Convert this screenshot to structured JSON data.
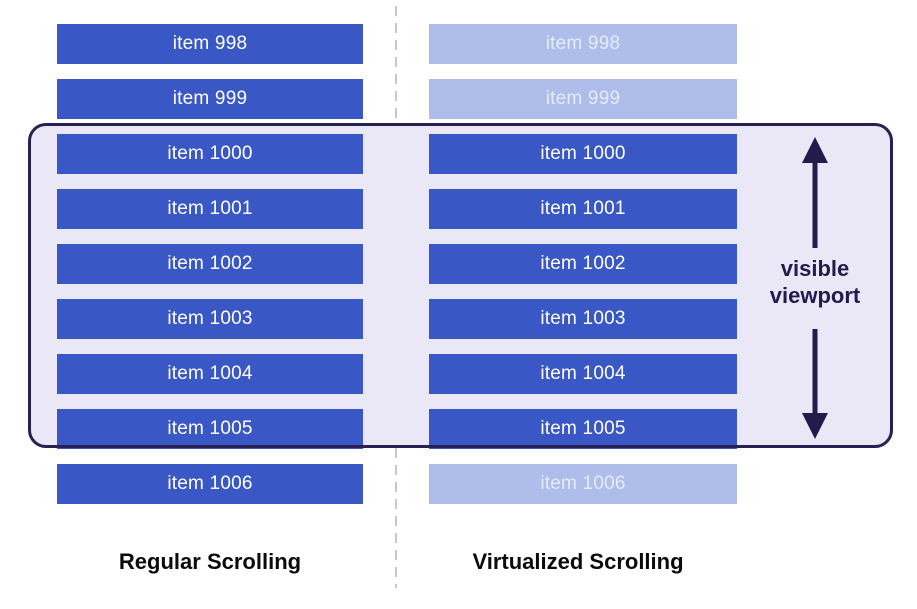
{
  "diagram": {
    "viewport": {
      "label": "visible viewport"
    },
    "columns": [
      {
        "id": "regular",
        "caption": "Regular Scrolling",
        "items": [
          {
            "label": "item 998",
            "state": "rendered"
          },
          {
            "label": "item 999",
            "state": "rendered"
          },
          {
            "label": "item 1000",
            "state": "rendered"
          },
          {
            "label": "item 1001",
            "state": "rendered"
          },
          {
            "label": "item 1002",
            "state": "rendered"
          },
          {
            "label": "item 1003",
            "state": "rendered"
          },
          {
            "label": "item 1004",
            "state": "rendered"
          },
          {
            "label": "item 1005",
            "state": "rendered"
          },
          {
            "label": "item 1006",
            "state": "rendered"
          }
        ]
      },
      {
        "id": "virtualized",
        "caption": "Virtualized Scrolling",
        "items": [
          {
            "label": "item 998",
            "state": "virtualized"
          },
          {
            "label": "item 999",
            "state": "virtualized"
          },
          {
            "label": "item 1000",
            "state": "rendered"
          },
          {
            "label": "item 1001",
            "state": "rendered"
          },
          {
            "label": "item 1002",
            "state": "rendered"
          },
          {
            "label": "item 1003",
            "state": "rendered"
          },
          {
            "label": "item 1004",
            "state": "rendered"
          },
          {
            "label": "item 1005",
            "state": "rendered"
          },
          {
            "label": "item 1006",
            "state": "virtualized"
          }
        ]
      }
    ],
    "colors": {
      "background": "#ffffff",
      "item_rendered": "#3a58c5",
      "item_rendered_text": "#ffffff",
      "item_virtualized": "#aebde9",
      "item_virtualized_text": "#e6ebf8",
      "viewport_fill": "#eae7f6",
      "viewport_border": "#2a2153",
      "arrow": "#241b4d",
      "caption_text": "#0b0b0b",
      "divider": "#c6c6cb"
    }
  }
}
